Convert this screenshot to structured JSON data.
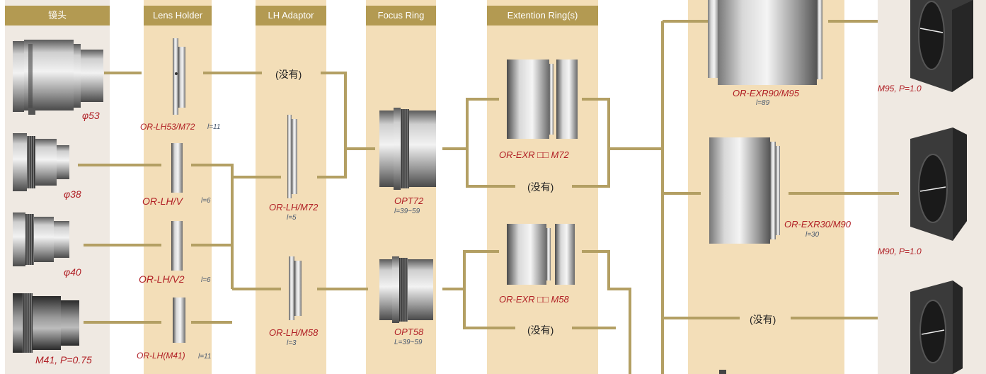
{
  "headers": {
    "lens": "镜头",
    "lens_holder": "Lens Holder",
    "lh_adaptor": "LH Adaptor",
    "focus_ring": "Focus Ring",
    "extension_ring": "Extention Ring(s)"
  },
  "lenses": [
    {
      "label": "φ53"
    },
    {
      "label": "φ38"
    },
    {
      "label": "φ40"
    },
    {
      "label": "M41, P=0.75"
    }
  ],
  "lens_holders": [
    {
      "name": "OR-LH53/M72",
      "spec": "l=11"
    },
    {
      "name": "OR-LH/V",
      "spec": "l=6"
    },
    {
      "name": "OR-LH/V2",
      "spec": "l=6"
    },
    {
      "name": "OR-LH(M41)",
      "spec": "l=11"
    }
  ],
  "adaptors": {
    "none": "(没有)",
    "m72": {
      "name": "OR-LH/M72",
      "spec": "l=5"
    },
    "m58": {
      "name": "OR-LH/M58",
      "spec": "l=3"
    }
  },
  "focus_rings": [
    {
      "name": "OPT72",
      "spec": "l=39~59"
    },
    {
      "name": "OPT58",
      "spec": "L=39~59"
    }
  ],
  "extension_rings": [
    {
      "name": "OR-EXR □□ M72",
      "none": "(没有)"
    },
    {
      "name": "OR-EXR □□ M58",
      "none": "(没有)"
    }
  ],
  "big_rings": [
    {
      "name": "OR-EXR90/M95",
      "spec": "l=89"
    },
    {
      "name": "OR-EXR30/M90",
      "spec": "l=30"
    },
    {
      "none": "(没有)"
    }
  ],
  "cameras": [
    {
      "label": "M95, P=1.0"
    },
    {
      "label": "M90, P=1.0"
    }
  ],
  "colors": {
    "header": "#b39a52",
    "column_bg": "#f3deb8",
    "lens_col_bg": "#efe9e2",
    "connector": "#b39f63",
    "part_label": "#b01e24"
  }
}
